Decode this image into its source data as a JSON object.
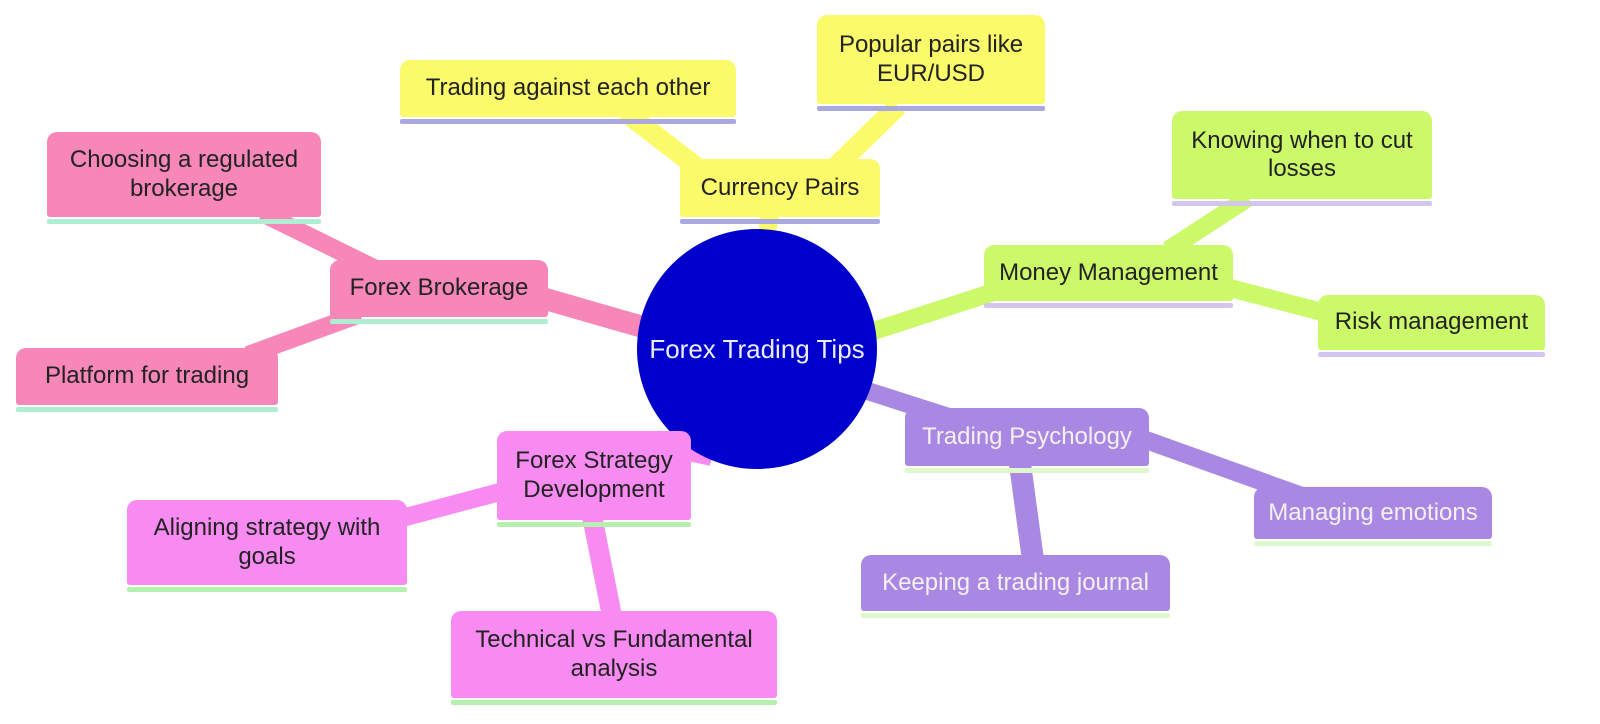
{
  "diagram": {
    "type": "mindmap",
    "root": {
      "label": "Forex Trading Tips",
      "shape": "circle",
      "fill": "#0000cc",
      "text_color": "#ededf7"
    },
    "branches": [
      {
        "label": "Currency Pairs",
        "fill": "#fafa6b",
        "underline": "#a9a9e0",
        "text_color": "#222222",
        "children": [
          {
            "label": "Trading against each other"
          },
          {
            "label": "Popular pairs like EUR/USD"
          }
        ]
      },
      {
        "label": "Money Management",
        "fill": "#cbf96a",
        "underline": "#d2c6ee",
        "text_color": "#222222",
        "children": [
          {
            "label": "Knowing when to cut losses"
          },
          {
            "label": "Risk management"
          }
        ]
      },
      {
        "label": "Forex Brokerage",
        "fill": "#f787b8",
        "underline": "#afeed3",
        "text_color": "#222222",
        "children": [
          {
            "label": "Choosing a regulated brokerage"
          },
          {
            "label": "Platform for trading"
          }
        ]
      },
      {
        "label": "Forex Strategy Development",
        "fill": "#f78bf2",
        "underline": "#b7f0ae",
        "text_color": "#222222",
        "children": [
          {
            "label": "Aligning strategy with goals"
          },
          {
            "label": "Technical vs Fundamental analysis"
          }
        ]
      },
      {
        "label": "Trading Psychology",
        "fill": "#a988e3",
        "underline": "#dff7cc",
        "text_color": "#f5f0f0",
        "children": [
          {
            "label": "Managing emotions"
          },
          {
            "label": "Keeping a trading journal"
          }
        ]
      }
    ]
  }
}
